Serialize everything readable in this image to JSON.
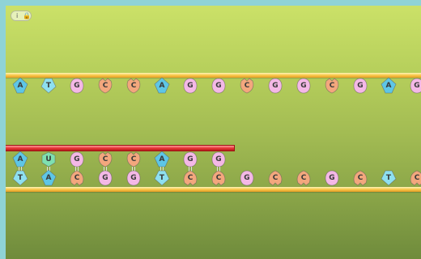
{
  "colors": {
    "A": "#5ec6e6",
    "T": "#8ee0f0",
    "U": "#7fe0b0",
    "G": "#f4b8e6",
    "C": "#f3a77d"
  },
  "info_button": {
    "icons": [
      "info-icon",
      "lock-icon"
    ],
    "glyphs": [
      "i",
      "🔒"
    ]
  },
  "top_strand": [
    "A",
    "T",
    "G",
    "C",
    "C",
    "A",
    "G",
    "G",
    "C",
    "G",
    "G",
    "C",
    "G",
    "A",
    "G"
  ],
  "rna_strand": [
    "A",
    "U",
    "G",
    "C",
    "C",
    "A",
    "G",
    "G"
  ],
  "bottom_strand": [
    "T",
    "A",
    "C",
    "G",
    "G",
    "T",
    "C",
    "C",
    "G",
    "C",
    "C",
    "G",
    "C",
    "T",
    "C"
  ]
}
